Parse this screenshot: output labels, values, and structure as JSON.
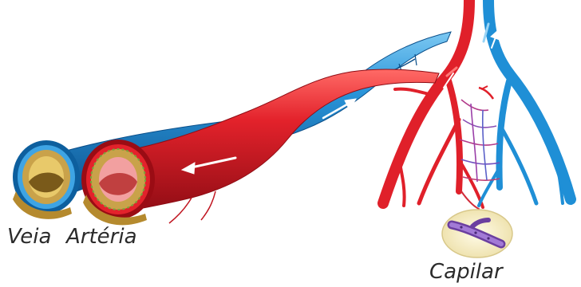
{
  "labels": {
    "vein": "Veia",
    "artery": "Artéria",
    "capillary": "Capilar"
  },
  "colors": {
    "artery_red": "#e0202a",
    "artery_dark": "#a80f18",
    "vein_blue": "#1f8fd6",
    "vein_dark": "#0d5f9e",
    "wall_tan": "#c9a24a",
    "capillary_purple": "#8a5fc0",
    "inset_bg": "#fbf6dc"
  },
  "icons": [
    "flow-arrow-icon",
    "capillary-tube-icon"
  ]
}
